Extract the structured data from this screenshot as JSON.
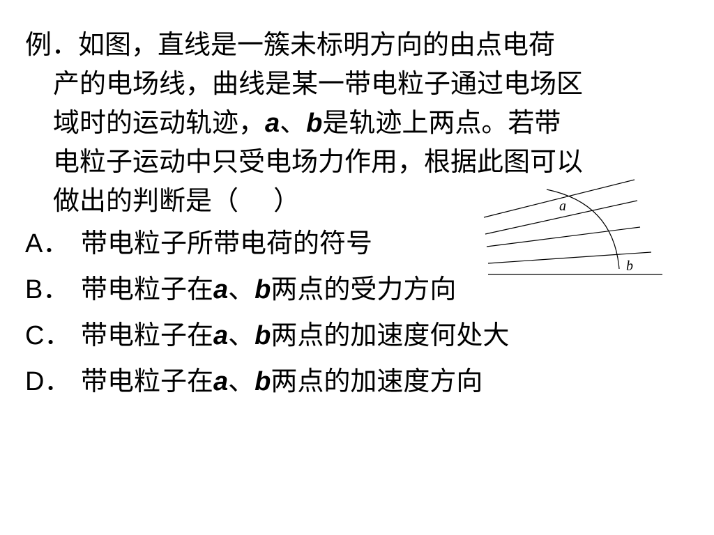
{
  "question": {
    "line1": "例．如图，直线是一簇未标明方向的由点电荷",
    "line2": "产的电场线，曲线是某一带电粒子通过电场区",
    "line3_pre": "域时的运动轨迹，",
    "line3_a": "a",
    "line3_sep": "、",
    "line3_b": "b",
    "line3_post": "是轨迹上两点。若带",
    "line4": "电粒子运动中只受电场力作用，根据此图可以",
    "line5": "做出的判断是（　 ）"
  },
  "options": [
    {
      "letter": "A．",
      "text": "带电粒子所带电荷的符号"
    },
    {
      "letter": "B．",
      "pre": "带电粒子在",
      "a": "a",
      "sep": "、",
      "b": "b",
      "post": "两点的受力方向"
    },
    {
      "letter": "C．",
      "pre": "带电粒子在",
      "a": "a",
      "sep": "、",
      "b": "b",
      "post": "两点的加速度何处大"
    },
    {
      "letter": "D．",
      "pre": "带电粒子在",
      "a": "a",
      "sep": "、",
      "b": "b",
      "post": "两点的加速度方向"
    }
  ],
  "figure": {
    "label_a": "a",
    "label_b": "b"
  }
}
